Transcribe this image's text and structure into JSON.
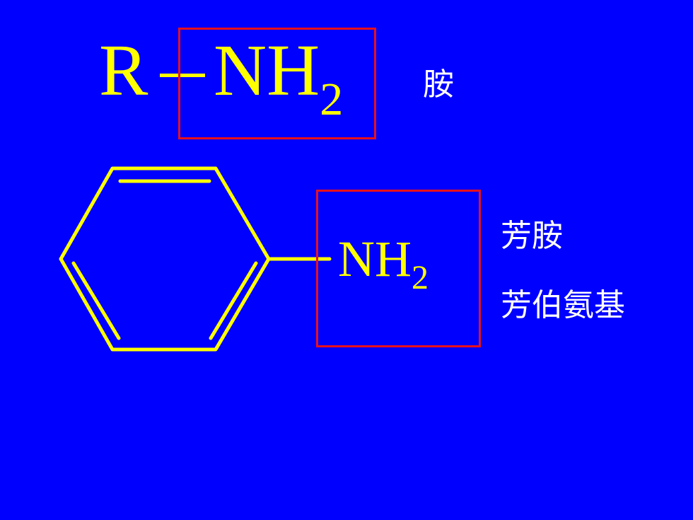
{
  "formula": {
    "r": "R",
    "group_main": "NH",
    "group_sub": "2"
  },
  "benzene_substituent": {
    "main": "NH",
    "sub": "2"
  },
  "labels": {
    "amine": "胺",
    "aromatic_amine": "芳胺",
    "aryl_amino_group": "芳伯氨基"
  },
  "colors": {
    "background": "#0000ff",
    "formula": "#ffff00",
    "highlight_box": "#e8101a",
    "label_text": "#ffffff"
  }
}
